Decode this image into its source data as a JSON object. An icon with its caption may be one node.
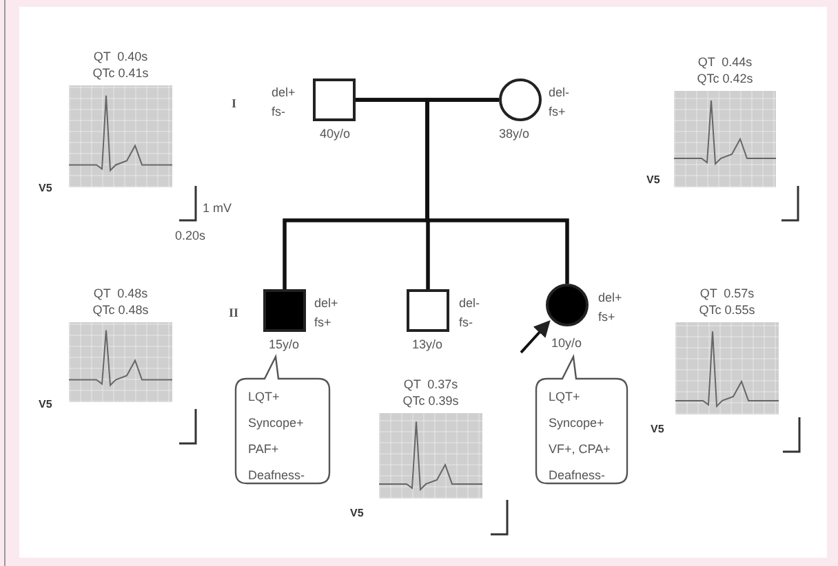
{
  "diagram": {
    "nodes": [
      {
        "text": [
          "QT  0.40s",
          "QTc 0.41s"
        ],
        "beside": [
          "V5"
        ]
      },
      {
        "text": [],
        "shape": "box",
        "beside": [
          "del+",
          "fs-",
          "40y/o"
        ]
      },
      {
        "text": [],
        "shape": "circle",
        "beside": [
          "del-",
          "fs+",
          "38y/o"
        ]
      },
      {
        "text": [
          "QT  0.44s",
          "QTc 0.42s"
        ],
        "beside": [
          "V5"
        ]
      },
      {
        "text": [
          "QT  0.48s",
          "QTc 0.48s"
        ],
        "beside": [
          "V5"
        ]
      },
      {
        "text": [],
        "shape": "box",
        "beside": [
          "del+",
          "fs+",
          "15y/o"
        ]
      },
      {
        "text": [],
        "shape": "box",
        "beside": [
          "del-",
          "fs-",
          "13y/o"
        ]
      },
      {
        "text": [],
        "shape": "circle",
        "beside": [
          "del+",
          "fs+",
          "10y/o"
        ]
      },
      {
        "text": [
          "QT  0.57s",
          "QTc 0.55s"
        ],
        "beside": [
          "V5"
        ]
      },
      {
        "text": [
          "LQT+",
          "Syncope+",
          "PAF+",
          "Deafness-"
        ]
      },
      {
        "text": [
          "QT  0.37s",
          "QTc 0.39s"
        ],
        "beside": [
          "V5"
        ]
      },
      {
        "text": [
          "LQT+",
          "Syncope+",
          "VF+, CPA+",
          "Deafness-"
        ]
      }
    ],
    "edges": [
      {
        "from": 1,
        "to": 2,
        "arrow": "none"
      },
      {
        "from": 1,
        "to": 5,
        "arrow": "none"
      },
      {
        "from": 1,
        "to": 6,
        "arrow": "none"
      },
      {
        "from": 1,
        "to": 7,
        "arrow": "none"
      },
      {
        "from": 2,
        "to": 5,
        "arrow": "none"
      },
      {
        "from": 2,
        "to": 6,
        "arrow": "none"
      },
      {
        "from": 2,
        "to": 7,
        "arrow": "none"
      },
      {
        "from": null,
        "to": 7,
        "arrow": "to"
      }
    ],
    "labels": [
      "I",
      "II",
      "1 mV",
      "0.20s"
    ]
  }
}
